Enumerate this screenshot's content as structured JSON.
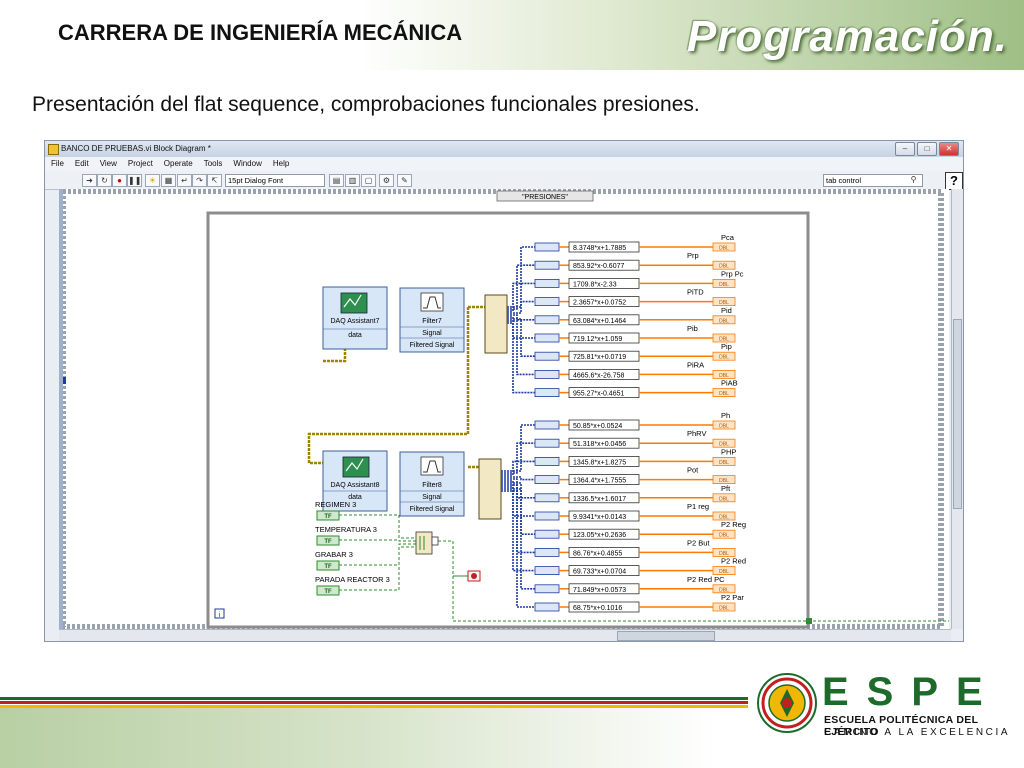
{
  "header": {
    "career": "CARRERA DE INGENIERÍA MECÁNICA",
    "title": "Programación."
  },
  "subtitle": "Presentación del flat sequence, comprobaciones funcionales presiones.",
  "window": {
    "title": "BANCO DE PRUEBAS.vi Block Diagram *",
    "menu": [
      "File",
      "Edit",
      "View",
      "Project",
      "Operate",
      "Tools",
      "Window",
      "Help"
    ],
    "font_select": "15pt Dialog Font",
    "search_placeholder": "tab control",
    "help_label": "?",
    "case_selector": "\"PRESIONES\"",
    "colors": {
      "wire_blue": "#1f3aa0",
      "wire_orange": "#ff7a00",
      "wire_green": "#2e8b2e",
      "wire_yellow": "#a08400"
    }
  },
  "diagram": {
    "daq1": {
      "label": "DAQ Assistant7",
      "terminal": "data"
    },
    "filter1": {
      "label": "Filter7",
      "terminal_in": "Signal",
      "terminal_out": "Filtered Signal"
    },
    "daq2": {
      "label": "DAQ Assistant8",
      "terminal": "data"
    },
    "filter2": {
      "label": "Filter8",
      "terminal_in": "Signal",
      "terminal_out": "Filtered Signal"
    },
    "formulas_top": [
      "8.3748*x+1.7885",
      "853.92*x-0.6077",
      "1709.8*x-2.33",
      "2.3657*x+0.0752",
      "63.084*x+0.1464",
      "719.12*x+1.059",
      "725.81*x+0.0719",
      "4665.6*x-26.758",
      "955.27*x-0.4651"
    ],
    "formulas_bottom": [
      "50.85*x+0.0524",
      "51.318*x+0.0456",
      "1345.8*x+1.8275",
      "1364.4*x+1.7555",
      "1336.5*x+1.6017",
      "9.9341*x+0.0143",
      "123.05*x+0.2636",
      "86.76*x+0.4855",
      "69.733*x+0.0704",
      "71.849*x+0.0573",
      "68.75*x+0.1016"
    ],
    "indicators_top": [
      "Pca",
      "Prp",
      "Prp Pc",
      "PiTD",
      "Pid",
      "Pib",
      "Pip",
      "PiRA",
      "PiAB"
    ],
    "indicators_bottom": [
      "Ph",
      "PhRV",
      "PHP",
      "Pot",
      "Pft",
      "P1 reg",
      "P2 Reg",
      "P2 But",
      "P2 Red",
      "P2 Red PC",
      "P2 Par"
    ],
    "booleans": [
      "REGIMEN 3",
      "TEMPERATURA 3",
      "GRABAR 3",
      "PARADA REACTOR 3"
    ],
    "bool_terminal": "TF",
    "dbl_terminal": "DBL",
    "iteration": "i"
  },
  "footer": {
    "brand": "ESPE",
    "line1": "ESCUELA POLITÉCNICA DEL EJÉRCITO",
    "line2": "CAMINO A LA EXCELENCIA",
    "colors": {
      "green": "#1d6b2a",
      "red": "#c21f1f",
      "gold": "#f2b705"
    }
  }
}
